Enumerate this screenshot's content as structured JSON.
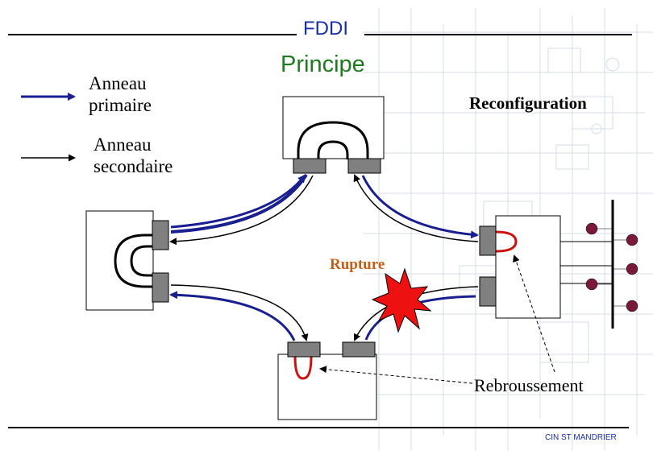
{
  "title": "FDDI",
  "subtitle": "Principe",
  "legend": {
    "primary": [
      "Anneau",
      "primaire"
    ],
    "secondary": [
      "Anneau",
      "secondaire"
    ]
  },
  "labels": {
    "reconfiguration": "Reconfiguration",
    "rupture": "Rupture",
    "rebroussement": "Rebroussement"
  },
  "footer": "CIN ST MANDRIER",
  "colors": {
    "primary_ring": "#1a1f8f",
    "secondary_ring": "#000000",
    "loop": "#cc1111",
    "break": "#ee1111",
    "port": "#808080",
    "node": "#7a1a3a"
  }
}
